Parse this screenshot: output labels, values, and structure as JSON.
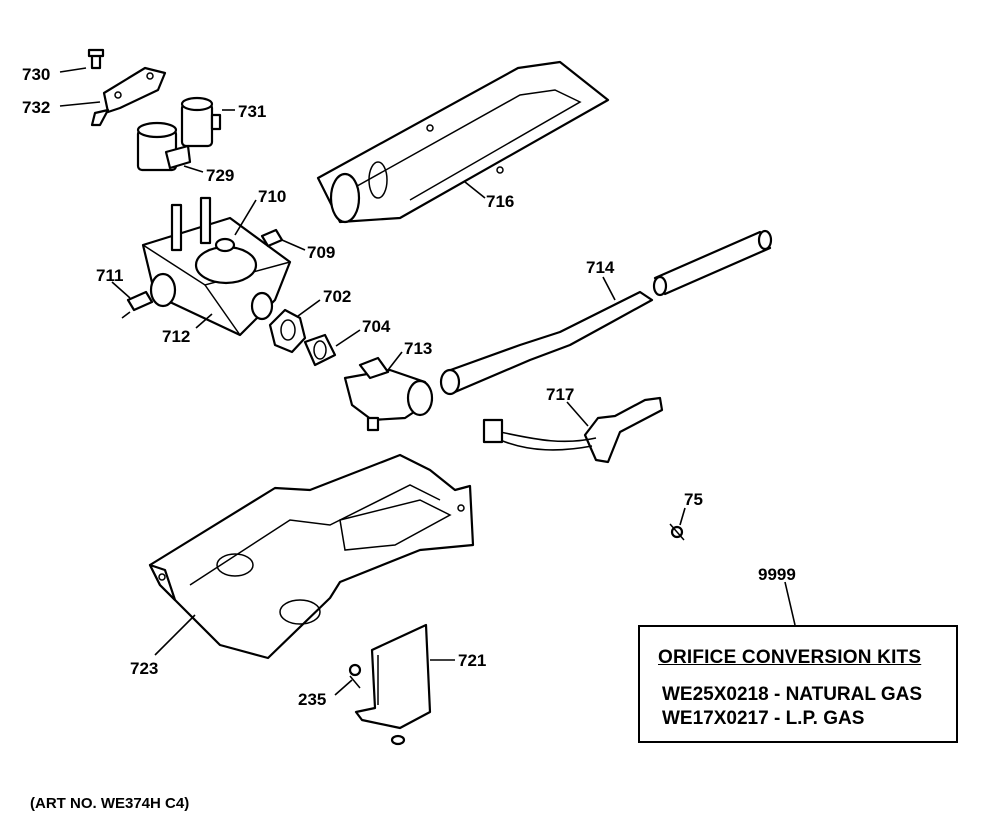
{
  "parts": [
    {
      "id": "p730",
      "number": "730"
    },
    {
      "id": "p732",
      "number": "732"
    },
    {
      "id": "p731",
      "number": "731"
    },
    {
      "id": "p729",
      "number": "729"
    },
    {
      "id": "p716",
      "number": "716"
    },
    {
      "id": "p710",
      "number": "710"
    },
    {
      "id": "p709",
      "number": "709"
    },
    {
      "id": "p711",
      "number": "711"
    },
    {
      "id": "p712",
      "number": "712"
    },
    {
      "id": "p702",
      "number": "702"
    },
    {
      "id": "p704",
      "number": "704"
    },
    {
      "id": "p713",
      "number": "713"
    },
    {
      "id": "p714",
      "number": "714"
    },
    {
      "id": "p717",
      "number": "717"
    },
    {
      "id": "p75",
      "number": "75"
    },
    {
      "id": "p9999",
      "number": "9999"
    },
    {
      "id": "p723",
      "number": "723"
    },
    {
      "id": "p721",
      "number": "721"
    },
    {
      "id": "p235",
      "number": "235"
    }
  ],
  "kit_box": {
    "title": "ORIFICE CONVERSION KITS",
    "lines": [
      "WE25X0218 - NATURAL GAS",
      "WE17X0217 - L.P. GAS"
    ]
  },
  "art_number": "(ART NO. WE374H C4)"
}
